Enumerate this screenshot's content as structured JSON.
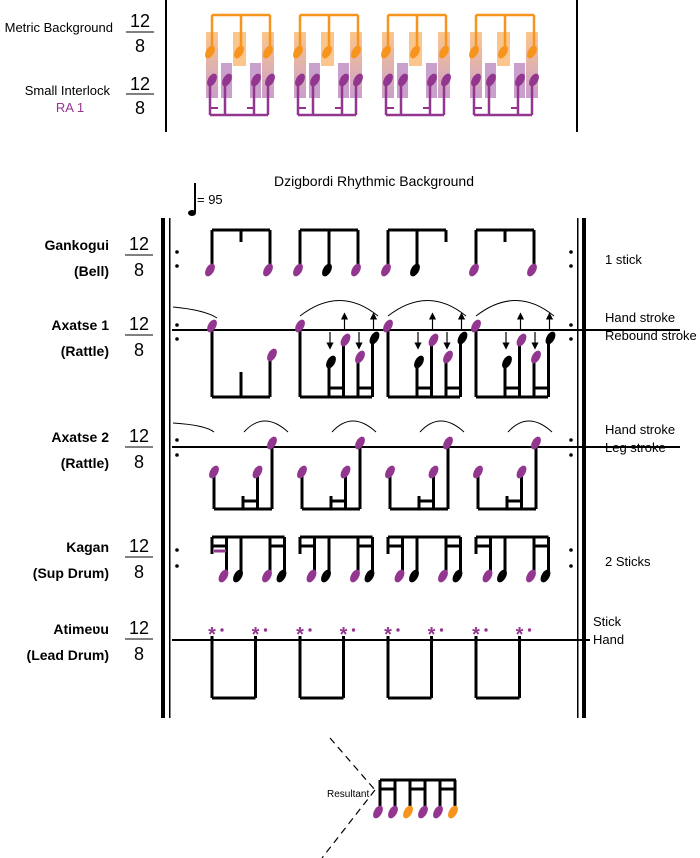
{
  "colors": {
    "purple": "#93368f",
    "orange": "#f7941d",
    "orange_light": "#fbc68c",
    "purple_light": "#c99fcc",
    "black": "#000000"
  },
  "header": {
    "rows": [
      {
        "label": "Metric Background",
        "time_sig_top": "12",
        "time_sig_bottom": "8"
      },
      {
        "label": "Small Interlock",
        "sublabel": "RA 1",
        "time_sig_top": "12",
        "time_sig_bottom": "8"
      }
    ]
  },
  "title": "Dzigbordi Rhythmic Background",
  "tempo": "= 95",
  "instruments": [
    {
      "name": "Gankogui",
      "sub": "(Bell)",
      "ts_top": "12",
      "ts_bottom": "8",
      "notes": [
        "1 stick"
      ]
    },
    {
      "name": "Axatse 1",
      "sub": "(Rattle)",
      "ts_top": "12",
      "ts_bottom": "8",
      "notes": [
        "Hand stroke",
        "Rebound stroke"
      ]
    },
    {
      "name": "Axatse 2",
      "sub": "(Rattle)",
      "ts_top": "12",
      "ts_bottom": "8",
      "notes": [
        "Hand stroke",
        "Leg stroke"
      ]
    },
    {
      "name": "Kagan",
      "sub": "(Sup Drum)",
      "ts_top": "12",
      "ts_bottom": "8",
      "notes": [
        "2 Sticks"
      ]
    },
    {
      "name": "Atimeʋu",
      "sub": "(Lead Drum)",
      "ts_top": "12",
      "ts_bottom": "8",
      "notes": [
        "Stick",
        "Hand"
      ]
    }
  ],
  "resultant": {
    "label": "Resultant",
    "colors": [
      "purple",
      "purple",
      "orange",
      "purple",
      "purple",
      "orange"
    ]
  },
  "patterns": {
    "gankogui": [
      [
        {
          "pos": 0,
          "c": "purple"
        },
        {
          "pos": 2,
          "c": "none"
        },
        {
          "pos": 4,
          "c": "purple"
        }
      ],
      [
        {
          "pos": 0,
          "c": "purple"
        },
        {
          "pos": 2,
          "c": "black"
        },
        {
          "pos": 4,
          "c": "purple"
        }
      ],
      [
        {
          "pos": 0,
          "c": "purple"
        },
        {
          "pos": 2,
          "c": "black"
        },
        {
          "pos": 4,
          "c": "none"
        }
      ],
      [
        {
          "pos": 0,
          "c": "purple"
        },
        {
          "pos": 2,
          "c": "none"
        },
        {
          "pos": 4,
          "c": "purple"
        }
      ]
    ],
    "kagan": [
      {
        "pos": 1,
        "c": "purple"
      },
      {
        "pos": 2,
        "c": "black"
      },
      {
        "pos": 4,
        "c": "purple"
      },
      {
        "pos": 5,
        "c": "black"
      }
    ]
  }
}
